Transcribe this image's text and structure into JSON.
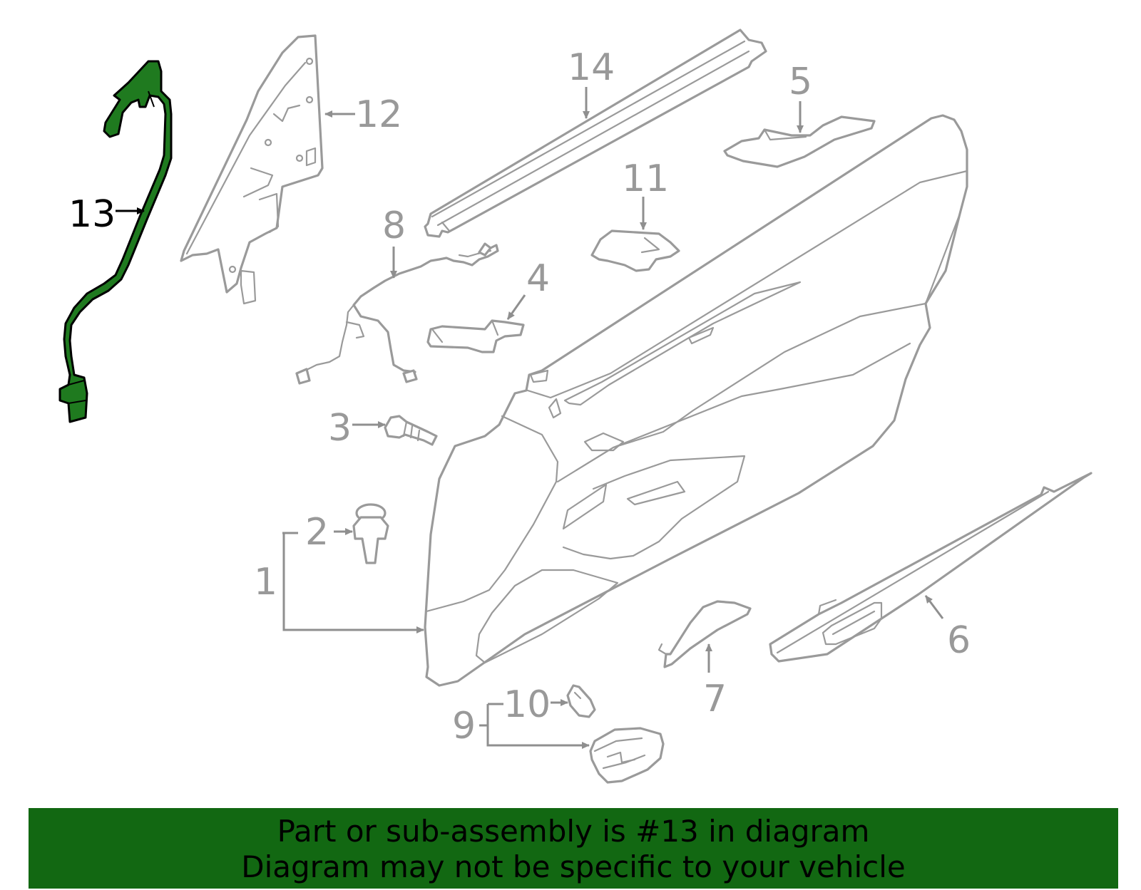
{
  "diagram": {
    "highlight_color": "#1f7a1f",
    "banner_color": "#126812",
    "highlighted_callout": "13",
    "callouts": {
      "c1": "1",
      "c2": "2",
      "c3": "3",
      "c4": "4",
      "c5": "5",
      "c6": "6",
      "c7": "7",
      "c8": "8",
      "c9": "9",
      "c10": "10",
      "c11": "11",
      "c12": "12",
      "c13": "13",
      "c14": "14"
    }
  },
  "banner": {
    "line1": "Part or sub-assembly is #13 in diagram",
    "line2": "Diagram may not be specific to your vehicle"
  }
}
